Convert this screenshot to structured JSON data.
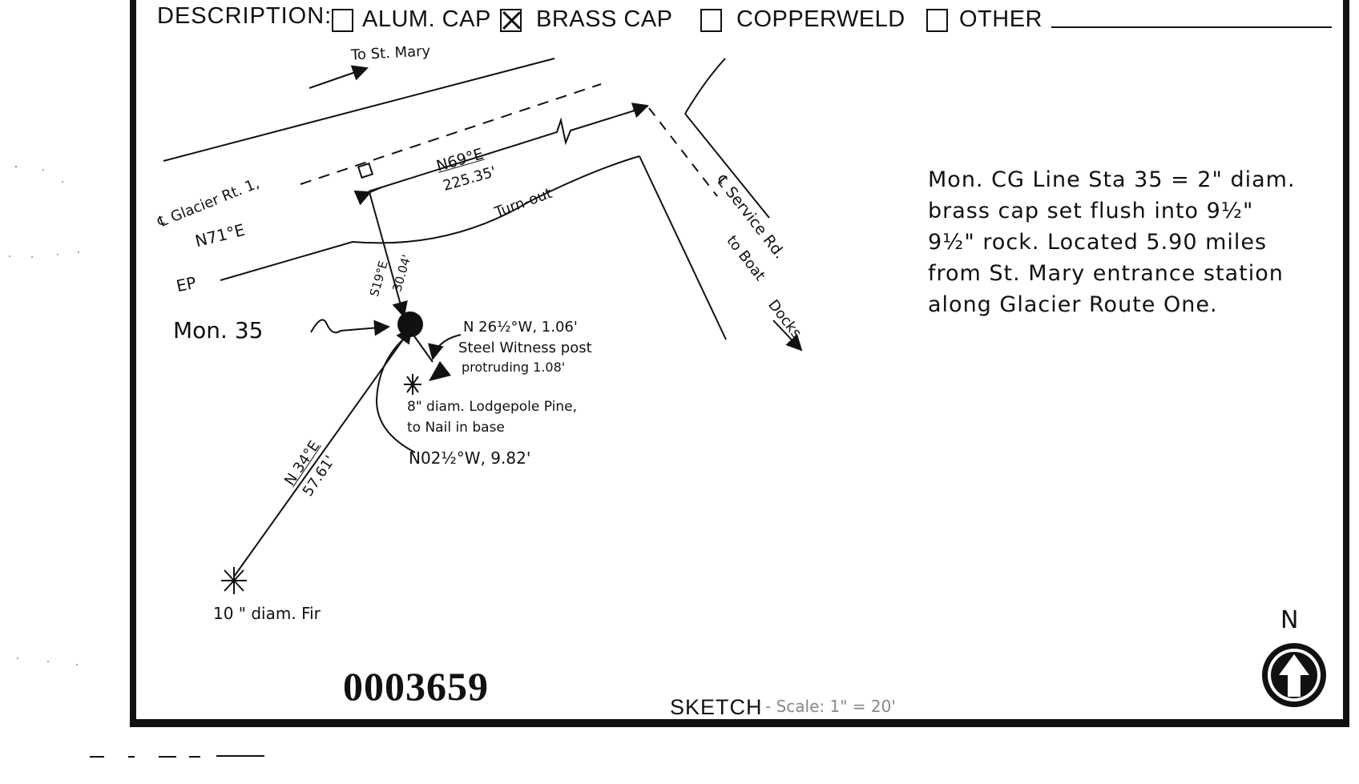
{
  "header": {
    "description_label": "DESCRIPTION:",
    "options": [
      {
        "label": "ALUM. CAP",
        "checked": false
      },
      {
        "label": "BRASS CAP",
        "checked": true
      },
      {
        "label": "COPPERWELD",
        "checked": false
      },
      {
        "label": "OTHER",
        "checked": false
      }
    ]
  },
  "sketch": {
    "to_st_mary": "To St. Mary",
    "glacier_rt": "℄ Glacier Rt. 1,",
    "n71e": "N71°E",
    "ep": "EP",
    "turn_out": "Turn-out",
    "n69e": "N69°E",
    "dist_225": "225.35'",
    "service_rd": "℄ Service Rd.",
    "to_boat": "to Boat",
    "docks": "Docks",
    "s19e": "S19°E",
    "dist_3004": "30.04'",
    "mon35": "Mon. 35",
    "n26w": "N 26½°W, 1.06'",
    "steel_witness": "Steel Witness post",
    "protruding": "protruding 1.08'",
    "pine_line1": "8\" diam. Lodgepole Pine,",
    "pine_line2": "to Nail in base",
    "n02w": "N02½°W, 9.82'",
    "n34e": "N 34°E",
    "dist_5761": "57.61'",
    "fir": "10 \" diam. Fir"
  },
  "notes": [
    "Mon. CG Line Sta 35 = 2\" diam.",
    "brass cap set flush into 9½\"",
    "9½\" rock. Located 5.90 miles",
    "from St. Mary entrance station",
    "along Glacier Route One."
  ],
  "footer": {
    "doc_number": "0003659",
    "sketch_label": "SKETCH",
    "scale_label": "- Scale: 1\" = 20'",
    "north": "N"
  }
}
